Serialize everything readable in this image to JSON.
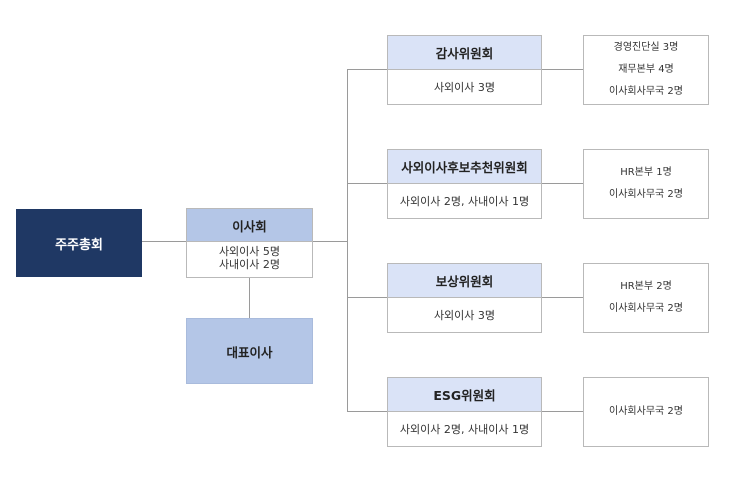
{
  "colors": {
    "shareholders_fill": "#1f3864",
    "board_header_fill": "#b4c6e7",
    "committee_header_fill": "#dae3f7",
    "line": "#9a9a9a",
    "border": "#b9b9b9"
  },
  "shareholders": {
    "label": "주주총회"
  },
  "board": {
    "title": "이사회",
    "lines": [
      "사외이사 5명",
      "사내이사 2명"
    ]
  },
  "ceo": {
    "label": "대표이사"
  },
  "committees": [
    {
      "title": "감사위원회",
      "members": "사외이사 3명",
      "support": [
        "경영진단실 3명",
        "재무본부 4명",
        "이사회사무국 2명"
      ]
    },
    {
      "title": "사외이사후보추천위원회",
      "members": "사외이사 2명, 사내이사 1명",
      "support": [
        "HR본부 1명",
        "이사회사무국 2명"
      ]
    },
    {
      "title": "보상위원회",
      "members": "사외이사 3명",
      "support": [
        "HR본부 2명",
        "이사회사무국 2명"
      ]
    },
    {
      "title": "ESG위원회",
      "members": "사외이사 2명, 사내이사 1명",
      "support": [
        "이사회사무국 2명"
      ]
    }
  ]
}
